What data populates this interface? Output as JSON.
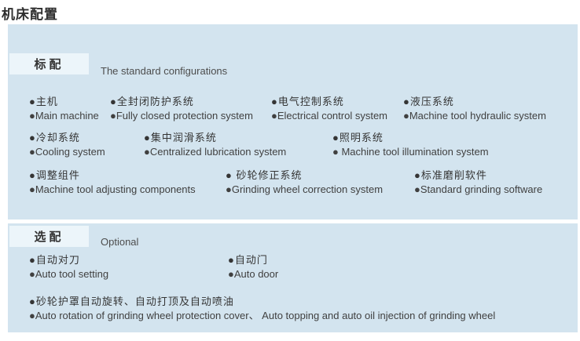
{
  "page_title": "机床配置",
  "colors": {
    "panel_background": "#d3e4ef",
    "tag_box_background": "#ecf5fa",
    "text": "#3a3a3a"
  },
  "standard": {
    "tag": "标配",
    "subtitle": "The standard configurations",
    "groups": [
      {
        "items": [
          {
            "zh": "●主机",
            "en": "●Main machine"
          },
          {
            "zh": "●全封闭防护系统",
            "en": "●Fully closed protection system"
          },
          {
            "zh": "●电气控制系统",
            "en": "●Electrical control system"
          },
          {
            "zh": "●液压系统",
            "en": "●Machine tool hydraulic system"
          }
        ]
      },
      {
        "items": [
          {
            "zh": "●冷却系统",
            "en": "●Cooling system"
          },
          {
            "zh": "●集中润滑系统",
            "en": "●Centralized lubrication system"
          },
          {
            "zh": "●照明系统",
            "en": "● Machine tool illumination system"
          }
        ]
      },
      {
        "items": [
          {
            "zh": "●调整组件",
            "en": "●Machine tool adjusting components"
          },
          {
            "zh": "● 砂轮修正系统",
            "en": "●Grinding wheel correction system"
          },
          {
            "zh": "●标准磨削软件",
            "en": "●Standard grinding software"
          }
        ]
      }
    ]
  },
  "optional": {
    "tag": "选配",
    "subtitle": "Optional",
    "groups": [
      {
        "items": [
          {
            "zh": "●自动对刀",
            "en": "●Auto tool setting"
          },
          {
            "zh": "●自动门",
            "en": "●Auto door"
          }
        ]
      },
      {
        "items": [
          {
            "zh": "●砂轮护罩自动旋转、自动打顶及自动喷油",
            "en": "●Auto rotation of grinding wheel protection cover、 Auto topping and auto oil injection of grinding wheel"
          }
        ]
      }
    ]
  }
}
